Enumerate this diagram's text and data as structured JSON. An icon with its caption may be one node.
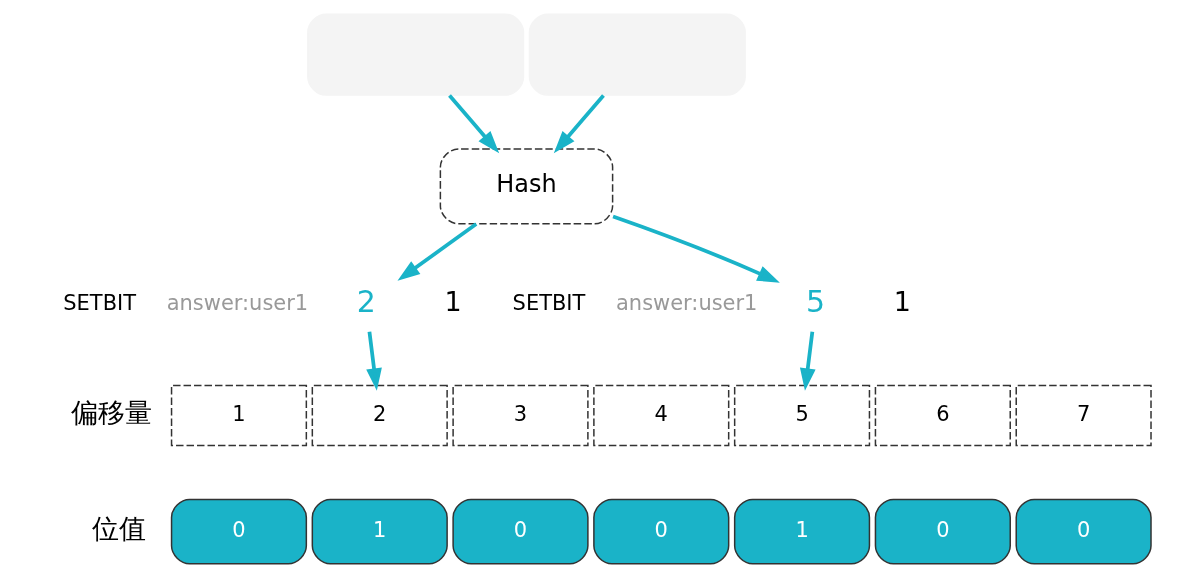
{
  "diagram": {
    "nodes": [
      {
        "text": [],
        "shape": "box"
      },
      {
        "text": [],
        "shape": "box"
      },
      {
        "text": [
          "Hash"
        ]
      },
      {
        "text": [
          "2"
        ]
      },
      {
        "text": [
          "5"
        ]
      },
      {
        "text": [
          "1"
        ]
      },
      {
        "text": [
          "2"
        ]
      },
      {
        "text": [
          "3"
        ]
      },
      {
        "text": [
          "4"
        ]
      },
      {
        "text": [
          "5"
        ]
      },
      {
        "text": [
          "6"
        ]
      },
      {
        "text": [
          "7"
        ]
      },
      {
        "text": [
          "0"
        ]
      },
      {
        "text": [
          "1"
        ]
      },
      {
        "text": [
          "0"
        ]
      },
      {
        "text": [
          "0"
        ]
      },
      {
        "text": [
          "1"
        ]
      },
      {
        "text": [
          "0"
        ]
      },
      {
        "text": [
          "0"
        ]
      }
    ],
    "edges": [
      {
        "from": 0,
        "to": 2,
        "arrow": "to"
      },
      {
        "from": 1,
        "to": 2,
        "arrow": "to"
      },
      {
        "from": 2,
        "to": 3,
        "arrow": "to"
      },
      {
        "from": 2,
        "to": 4,
        "arrow": "to"
      },
      {
        "from": 3,
        "to": 6,
        "arrow": "to"
      },
      {
        "from": 4,
        "to": 9,
        "arrow": "to"
      }
    ],
    "labels": [
      "SETBIT",
      "answer:user1",
      "1",
      "SETBIT",
      "answer:user1",
      "1",
      "偏移量",
      "位值"
    ]
  }
}
